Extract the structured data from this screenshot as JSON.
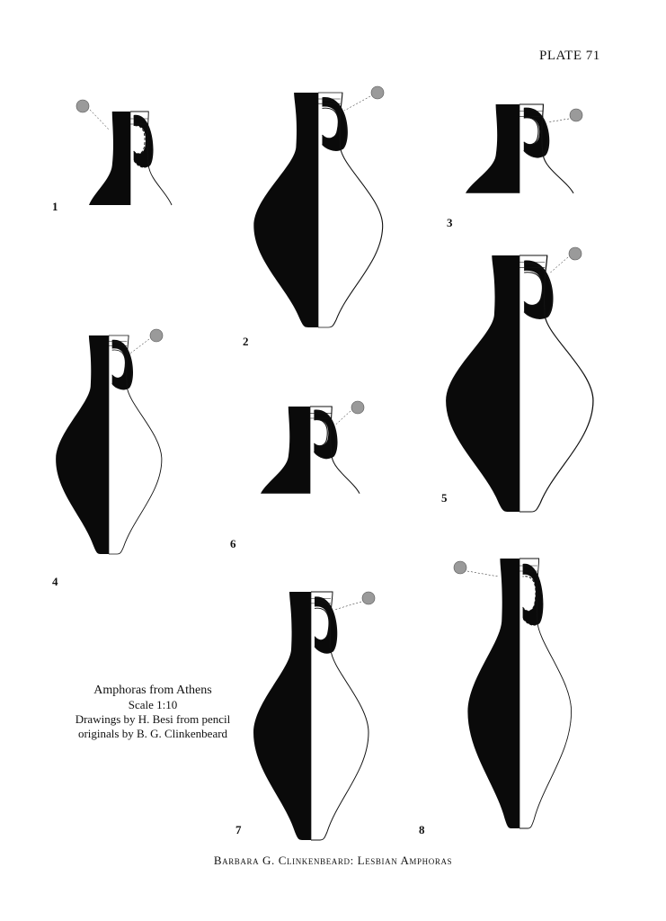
{
  "plate": {
    "label": "PLATE 71"
  },
  "figures": [
    {
      "number": "1",
      "fragment": "rim-and-handle"
    },
    {
      "number": "2",
      "fragment": "complete-profile"
    },
    {
      "number": "3",
      "fragment": "rim-and-handle"
    },
    {
      "number": "4",
      "fragment": "complete-profile"
    },
    {
      "number": "5",
      "fragment": "complete-profile"
    },
    {
      "number": "6",
      "fragment": "rim-and-handle"
    },
    {
      "number": "7",
      "fragment": "complete-profile"
    },
    {
      "number": "8",
      "fragment": "complete-profile"
    }
  ],
  "caption": {
    "title": "Amphoras from Athens",
    "scale": "Scale 1:10",
    "credit_line_1": "Drawings by H. Besi from pencil",
    "credit_line_2": "originals by B. G. Clinkenbeard"
  },
  "footer": {
    "running_title": "Barbara G. Clinkenbeard: Lesbian Amphoras"
  },
  "colors": {
    "ink": "#111111",
    "section_fill": "#0a0a0a",
    "clay_sample": "#9a9a9a",
    "paper": "#ffffff"
  }
}
